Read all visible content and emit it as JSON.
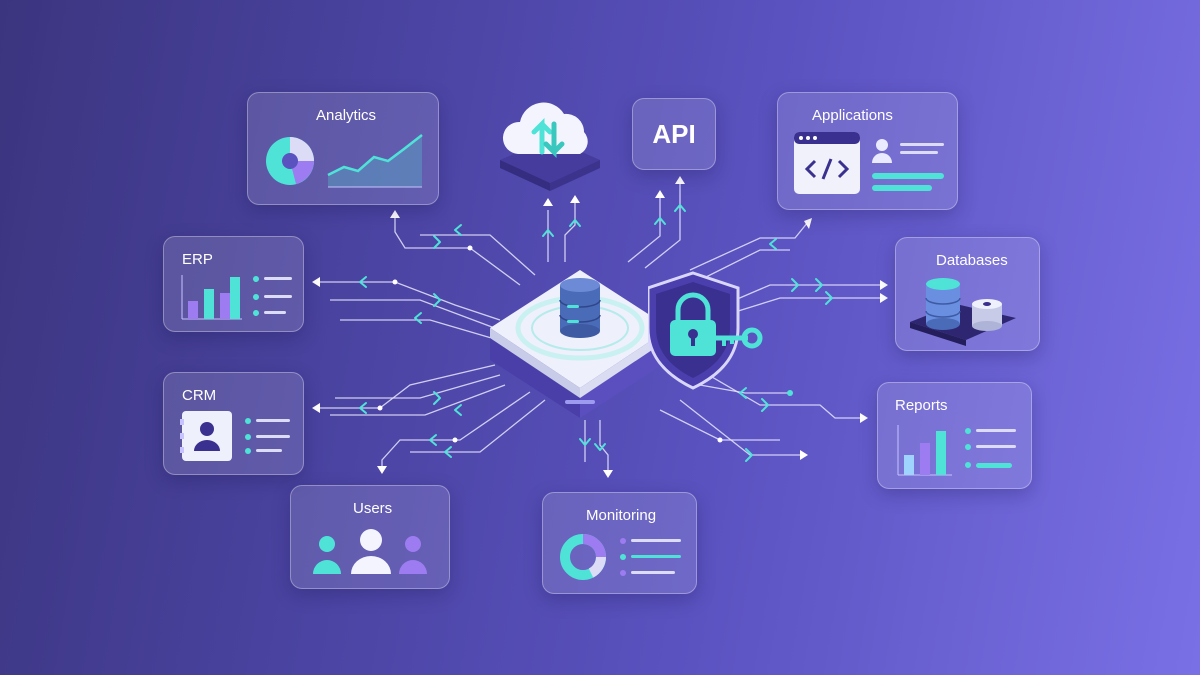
{
  "nodes": {
    "analytics": {
      "label": "Analytics"
    },
    "erp": {
      "label": "ERP"
    },
    "crm": {
      "label": "CRM"
    },
    "users": {
      "label": "Users"
    },
    "monitoring": {
      "label": "Monitoring"
    },
    "reports": {
      "label": "Reports"
    },
    "databases": {
      "label": "Databases"
    },
    "applications": {
      "label": "Applications"
    },
    "api": {
      "label": "API"
    }
  },
  "colors": {
    "accent_teal": "#4fe3d8",
    "accent_purple": "#9c7cf0",
    "hub_surface": "#eef0fb",
    "database_blue": "#4a6bb8",
    "line_white": "#e8e6ff"
  },
  "icons": {
    "hub": "database-icon",
    "security": "shield-lock-icon",
    "cloud": "cloud-sync-icon"
  }
}
